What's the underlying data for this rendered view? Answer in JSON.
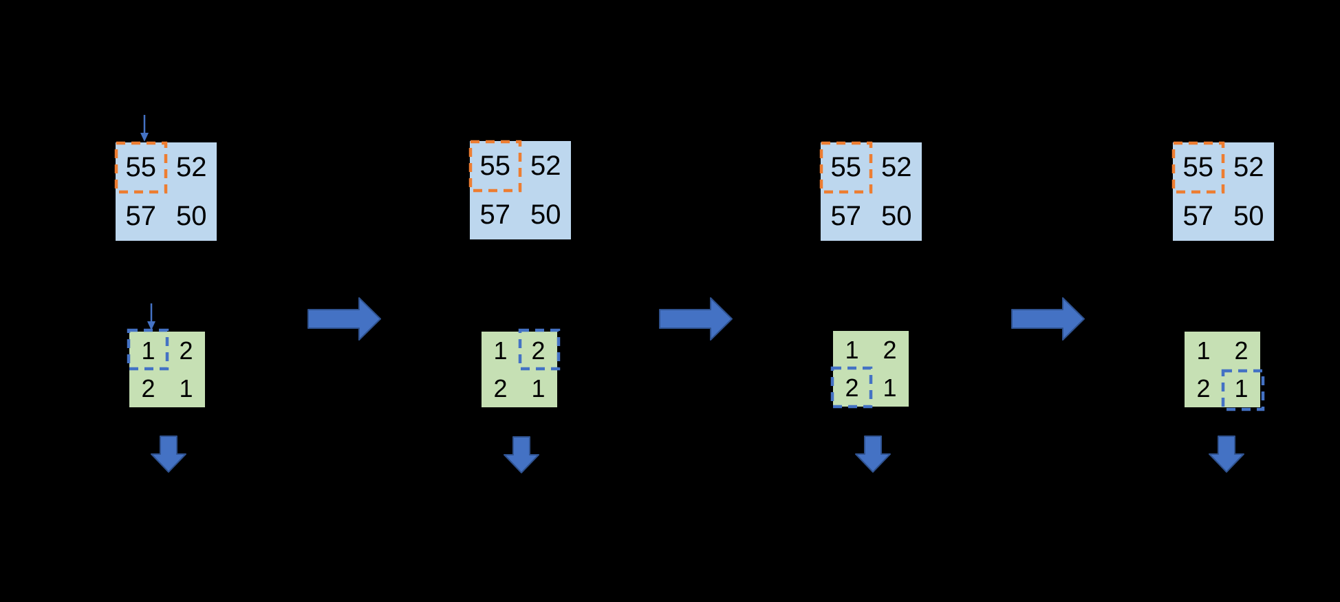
{
  "diagram": {
    "colors": {
      "background": "#000000",
      "image_fill": "#BDD7EE",
      "threshold_fill": "#C6E0B4",
      "highlight_orange": "#ED7D31",
      "highlight_blue": "#4472C4",
      "arrow_fill": "#4472C4",
      "arrow_outline": "#2F528F",
      "cell_text": "#000000"
    },
    "icons": {
      "pointer_arrow": "thin-down-arrow",
      "flow_arrow": "right-block-arrow",
      "output_arrow": "down-block-arrow"
    },
    "steps": [
      {
        "name": "step-1",
        "image_matrix": {
          "rows": [
            [
              "55",
              "52"
            ],
            [
              "57",
              "50"
            ]
          ],
          "highlighted_cell": "top-left",
          "highlight_style": "dashed-orange"
        },
        "threshold_matrix": {
          "rows": [
            [
              "1",
              "2"
            ],
            [
              "2",
              "1"
            ]
          ],
          "highlighted_cell": "top-left",
          "highlight_style": "dashed-blue"
        },
        "has_pointer_arrows": true
      },
      {
        "name": "step-2",
        "image_matrix": {
          "rows": [
            [
              "55",
              "52"
            ],
            [
              "57",
              "50"
            ]
          ],
          "highlighted_cell": "top-left",
          "highlight_style": "dashed-orange"
        },
        "threshold_matrix": {
          "rows": [
            [
              "1",
              "2"
            ],
            [
              "2",
              "1"
            ]
          ],
          "highlighted_cell": "top-right",
          "highlight_style": "dashed-blue"
        },
        "has_pointer_arrows": false
      },
      {
        "name": "step-3",
        "image_matrix": {
          "rows": [
            [
              "55",
              "52"
            ],
            [
              "57",
              "50"
            ]
          ],
          "highlighted_cell": "top-left",
          "highlight_style": "dashed-orange"
        },
        "threshold_matrix": {
          "rows": [
            [
              "1",
              "2"
            ],
            [
              "2",
              "1"
            ]
          ],
          "highlighted_cell": "bottom-left",
          "highlight_style": "dashed-blue"
        },
        "has_pointer_arrows": false
      },
      {
        "name": "step-4",
        "image_matrix": {
          "rows": [
            [
              "55",
              "52"
            ],
            [
              "57",
              "50"
            ]
          ],
          "highlighted_cell": "top-left",
          "highlight_style": "dashed-orange"
        },
        "threshold_matrix": {
          "rows": [
            [
              "1",
              "2"
            ],
            [
              "2",
              "1"
            ]
          ],
          "highlighted_cell": "bottom-right",
          "highlight_style": "dashed-blue"
        },
        "has_pointer_arrows": false
      }
    ],
    "flow_arrows": [
      {
        "name": "between-step-1-and-2"
      },
      {
        "name": "between-step-2-and-3"
      },
      {
        "name": "between-step-3-and-4"
      }
    ],
    "output_arrows": [
      {
        "name": "output-of-step-1"
      },
      {
        "name": "output-of-step-2"
      },
      {
        "name": "output-of-step-3"
      },
      {
        "name": "output-of-step-4"
      }
    ]
  }
}
